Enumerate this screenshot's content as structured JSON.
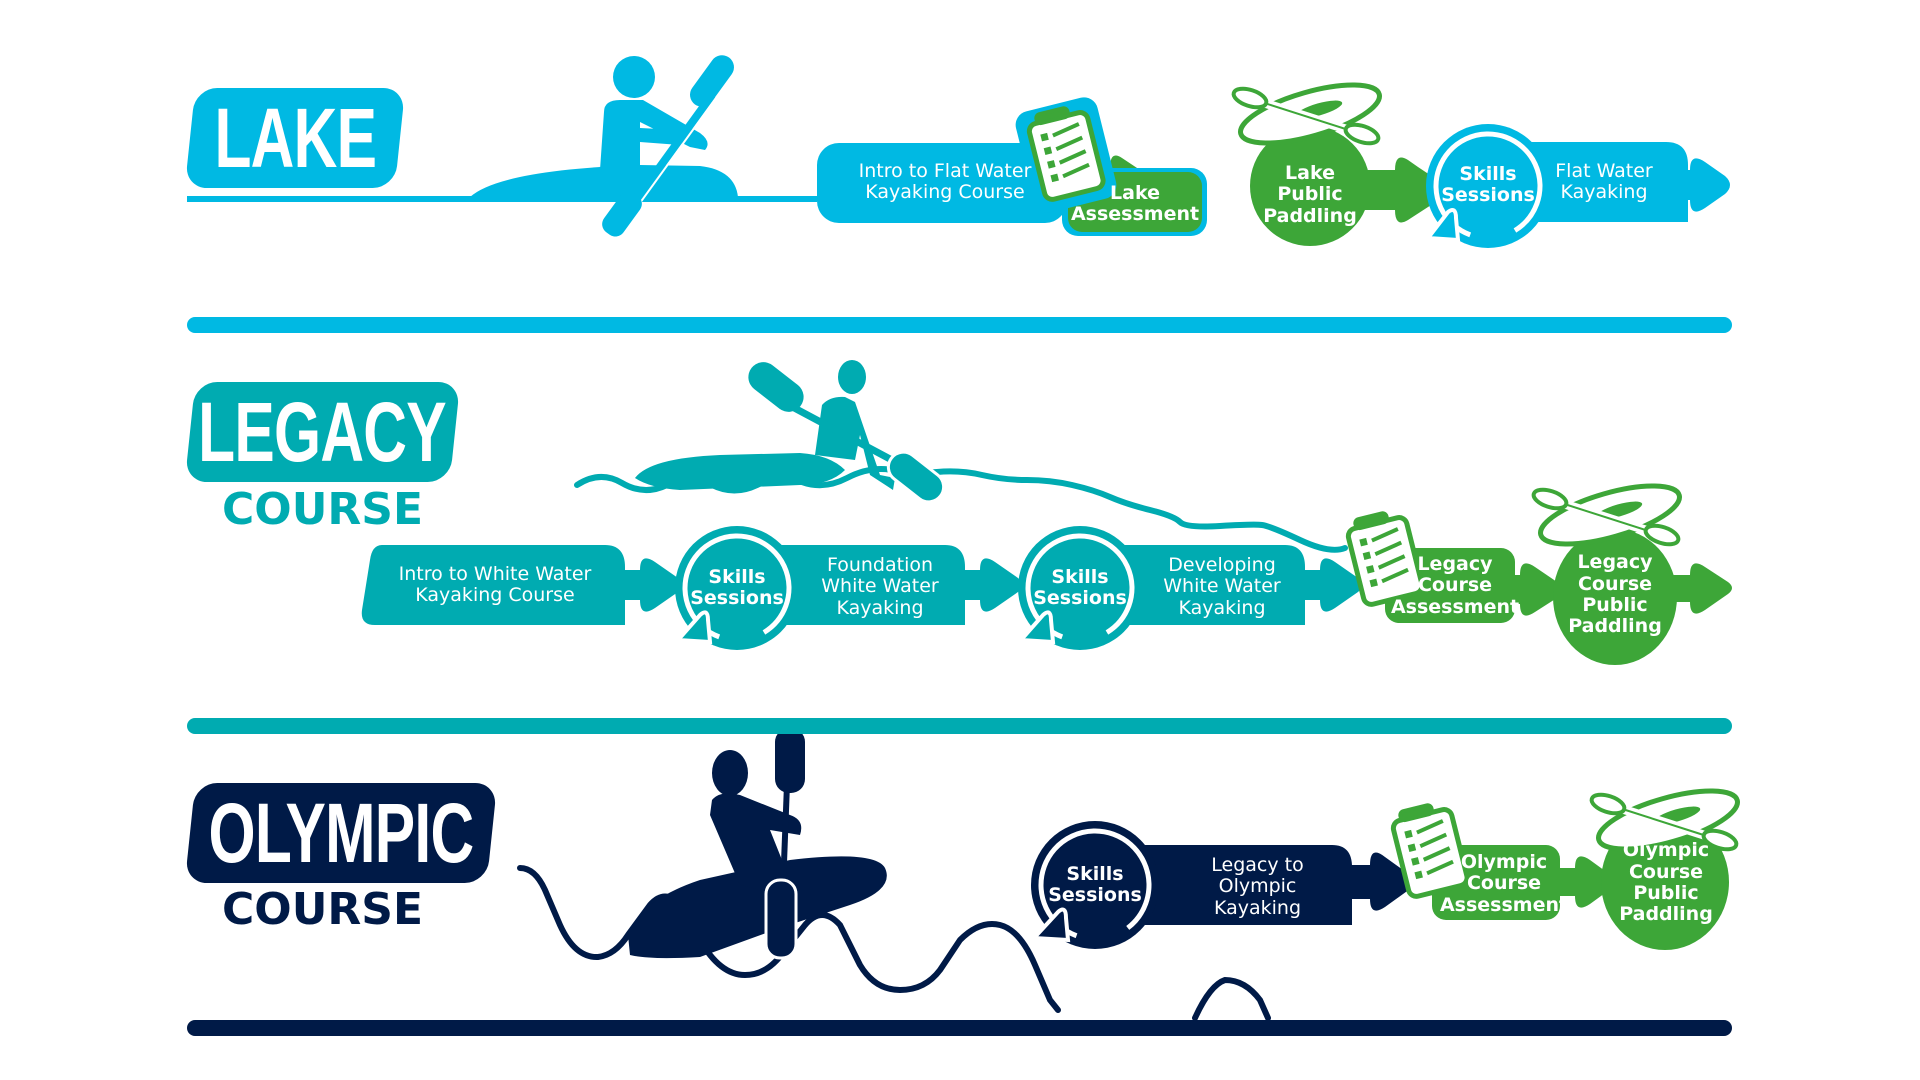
{
  "colors": {
    "lake": "#00b9e3",
    "legacy": "#00abb1",
    "olympic": "#001a47",
    "assessment": "#3da638",
    "white": "#ffffff"
  },
  "sections": {
    "lake": {
      "title": "LAKE",
      "steps": {
        "intro": "Intro to Flat Water Kayaking Course",
        "assessment": "Lake Assessment",
        "public": "Lake Public Paddling",
        "skills": "Skills Sessions",
        "final": "Flat Water Kayaking"
      }
    },
    "legacy": {
      "title": "LEGACY",
      "subtitle": "COURSE",
      "steps": {
        "intro": "Intro to White Water Kayaking Course",
        "skills1": "Skills Sessions",
        "foundation": "Foundation White Water Kayaking",
        "skills2": "Skills Sessions",
        "developing": "Developing White Water Kayaking",
        "assessment": "Legacy Course Assessment",
        "public": "Legacy Course Public Paddling"
      }
    },
    "olympic": {
      "title": "OLYMPIC",
      "subtitle": "COURSE",
      "steps": {
        "skills": "Skills Sessions",
        "transition": "Legacy to Olympic Kayaking",
        "assessment": "Olympic Course Assessment",
        "public": "Olympic Course Public Paddling"
      }
    }
  },
  "icons": {
    "kayaker": "kayaker-icon",
    "checklist": "checklist-icon",
    "kayak_paddle": "kayak-paddle-icon",
    "loop_arrow": "loop-arrow-icon",
    "arrow": "arrow-right-icon"
  }
}
